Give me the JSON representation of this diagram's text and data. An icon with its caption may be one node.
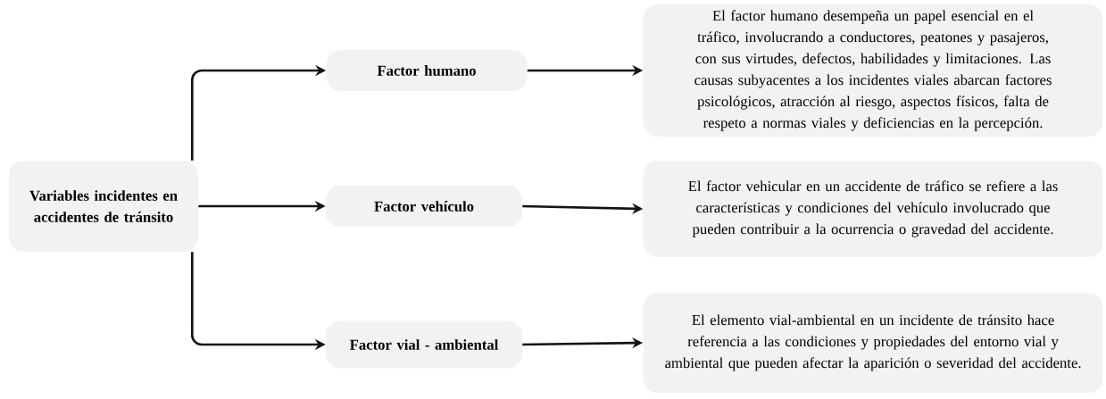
{
  "diagram": {
    "nodes": [
      {
        "text": [
          "Variables incidentes en accidentes de tránsito"
        ]
      },
      {
        "text": [
          "Factor humano"
        ]
      },
      {
        "text": [
          "Factor vehículo"
        ]
      },
      {
        "text": [
          "Factor vial - ambiental"
        ]
      },
      {
        "text": [
          "El factor humano desempeña un papel esencial en el tráfico, involucrando a conductores, peatones y pasajeros, con sus virtudes, defectos, habilidades y limitaciones. Las causas subyacentes a los incidentes viales abarcan factores psicológicos, atracción al riesgo, aspectos físicos, falta de respeto a normas viales y deficiencias en la percepción."
        ]
      },
      {
        "text": [
          "El factor vehicular en un accidente de tráfico se refiere a las características y condiciones del vehículo involucrado que pueden contribuir a la ocurrencia o gravedad del accidente."
        ]
      },
      {
        "text": [
          "El elemento vial-ambiental en un incidente de tránsito hace referencia a las condiciones y propiedades del entorno vial y ambiental que pueden afectar la aparición o severidad del accidente."
        ]
      }
    ],
    "edges": [
      {
        "from": 0,
        "to": 1,
        "arrow": "to"
      },
      {
        "from": 0,
        "to": 2,
        "arrow": "to"
      },
      {
        "from": 0,
        "to": 3,
        "arrow": "to"
      },
      {
        "from": 1,
        "to": 4,
        "arrow": "to"
      },
      {
        "from": 2,
        "to": 5,
        "arrow": "to"
      },
      {
        "from": 3,
        "to": 6,
        "arrow": "to"
      }
    ]
  }
}
